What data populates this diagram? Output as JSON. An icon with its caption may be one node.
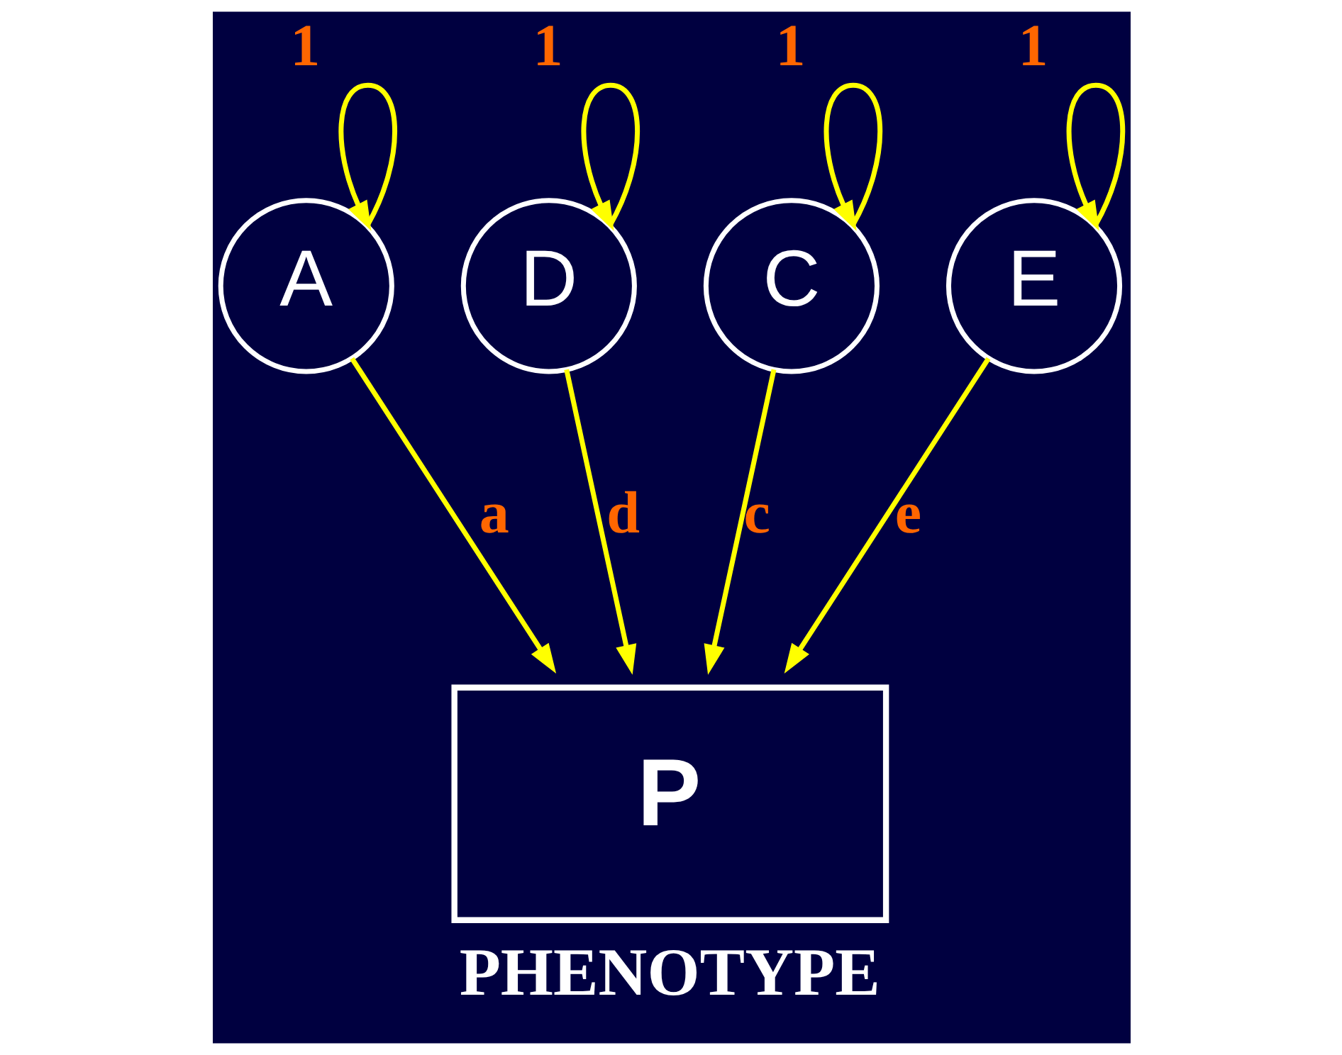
{
  "diagram": {
    "nodes": [
      {
        "text": [
          "A"
        ]
      },
      {
        "text": [
          "D"
        ]
      },
      {
        "text": [
          "C"
        ]
      },
      {
        "text": [
          "E"
        ]
      },
      {
        "text": [
          "P"
        ],
        "beside": [
          "PHENOTYPE"
        ]
      }
    ],
    "edges": [
      {
        "from": 0,
        "to": 0,
        "arrow": "to",
        "label": "1"
      },
      {
        "from": 1,
        "to": 1,
        "arrow": "to",
        "label": "1"
      },
      {
        "from": 2,
        "to": 2,
        "arrow": "to",
        "label": "1"
      },
      {
        "from": 3,
        "to": 3,
        "arrow": "to",
        "label": "1"
      },
      {
        "from": 0,
        "to": 4,
        "arrow": "to",
        "label": "a"
      },
      {
        "from": 1,
        "to": 4,
        "arrow": "to",
        "label": "d"
      },
      {
        "from": 2,
        "to": 4,
        "arrow": "to",
        "label": "c"
      },
      {
        "from": 3,
        "to": 4,
        "arrow": "to",
        "label": "e"
      }
    ]
  }
}
